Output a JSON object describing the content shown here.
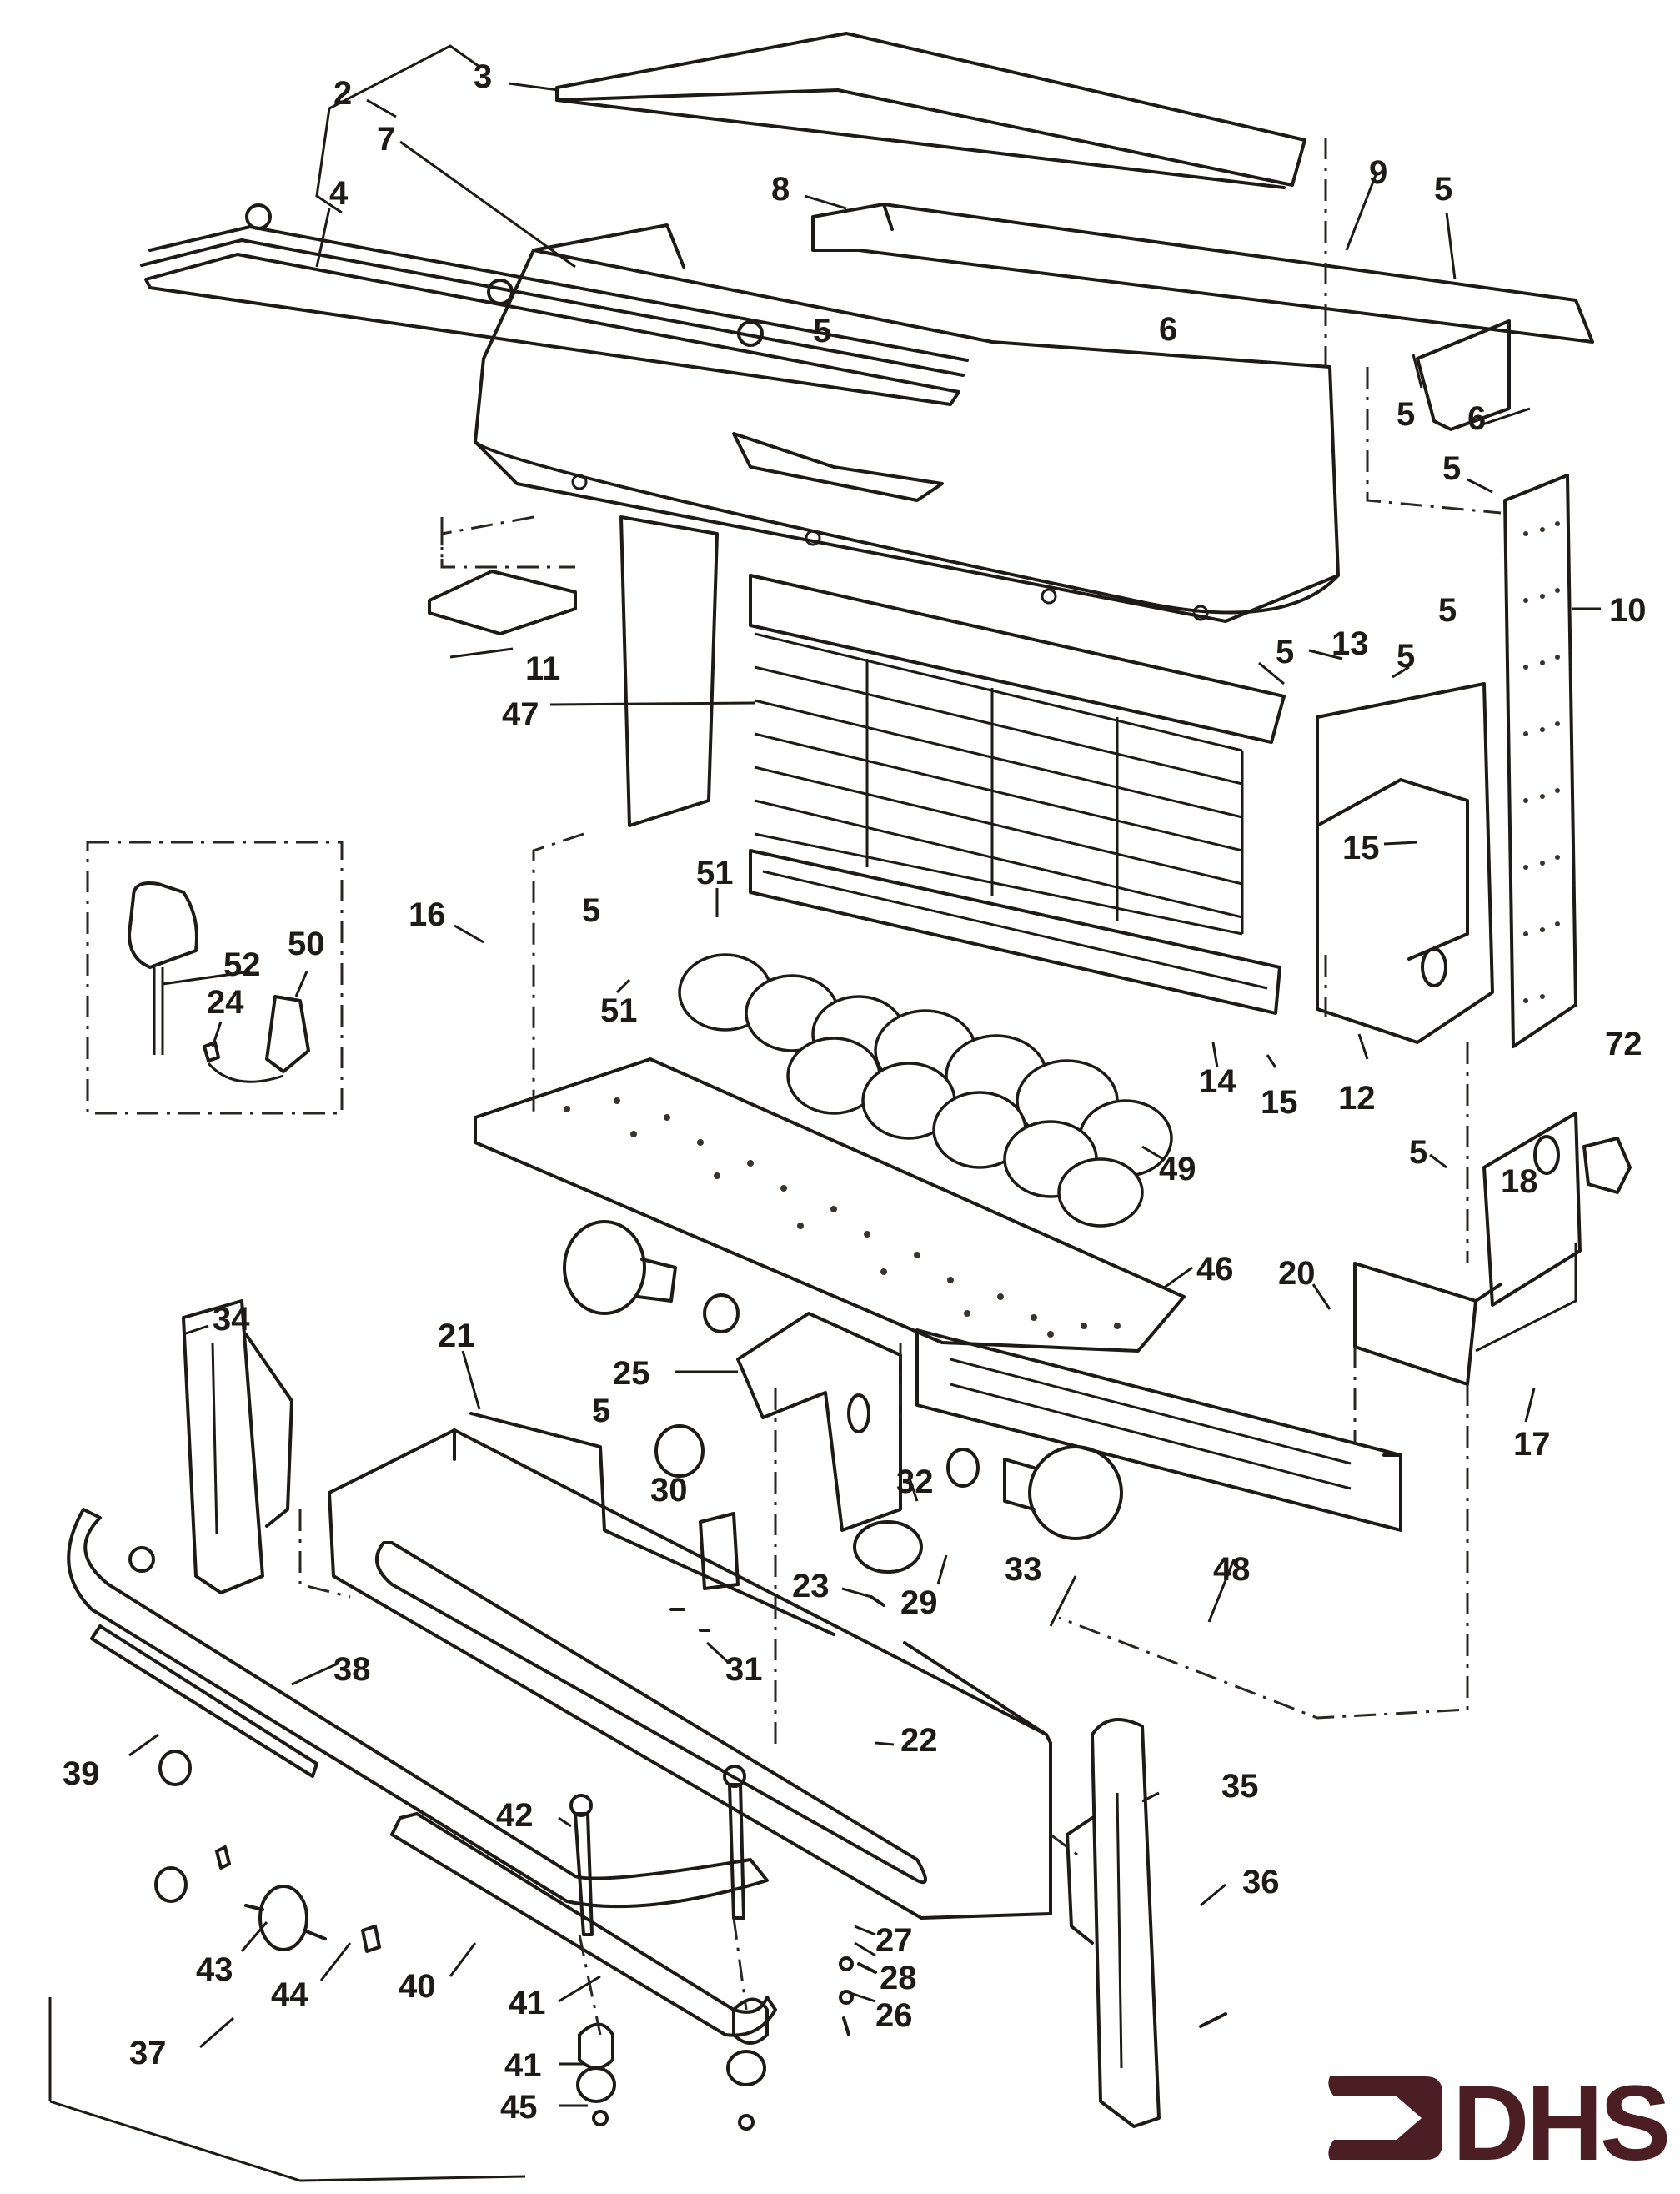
{
  "diagram": {
    "type": "exploded parts view",
    "subject": "electric fire / heater assembly",
    "callouts": [
      {
        "id": "c2",
        "label": "2"
      },
      {
        "id": "c3",
        "label": "3"
      },
      {
        "id": "c4",
        "label": "4"
      },
      {
        "id": "c7",
        "label": "7"
      },
      {
        "id": "c8",
        "label": "8"
      },
      {
        "id": "c9",
        "label": "9"
      },
      {
        "id": "c5a",
        "label": "5"
      },
      {
        "id": "c5b",
        "label": "5"
      },
      {
        "id": "c6a",
        "label": "6"
      },
      {
        "id": "c5c",
        "label": "5"
      },
      {
        "id": "c6b",
        "label": "6"
      },
      {
        "id": "c5d",
        "label": "5"
      },
      {
        "id": "c5e",
        "label": "5"
      },
      {
        "id": "c10",
        "label": "10"
      },
      {
        "id": "c5f",
        "label": "5"
      },
      {
        "id": "c13",
        "label": "13"
      },
      {
        "id": "c5g",
        "label": "5"
      },
      {
        "id": "c11",
        "label": "11"
      },
      {
        "id": "c47",
        "label": "47"
      },
      {
        "id": "c15a",
        "label": "15"
      },
      {
        "id": "c16",
        "label": "16"
      },
      {
        "id": "c5h",
        "label": "5"
      },
      {
        "id": "c51a",
        "label": "51"
      },
      {
        "id": "c51b",
        "label": "51"
      },
      {
        "id": "c52",
        "label": "52"
      },
      {
        "id": "c50",
        "label": "50"
      },
      {
        "id": "c24",
        "label": "24"
      },
      {
        "id": "c12",
        "label": "12"
      },
      {
        "id": "c72",
        "label": "72"
      },
      {
        "id": "c14",
        "label": "14"
      },
      {
        "id": "c15b",
        "label": "15"
      },
      {
        "id": "c49",
        "label": "49"
      },
      {
        "id": "c5i",
        "label": "5"
      },
      {
        "id": "c18",
        "label": "18"
      },
      {
        "id": "c46",
        "label": "46"
      },
      {
        "id": "c20",
        "label": "20"
      },
      {
        "id": "c17",
        "label": "17"
      },
      {
        "id": "c34",
        "label": "34"
      },
      {
        "id": "c21",
        "label": "21"
      },
      {
        "id": "c25",
        "label": "25"
      },
      {
        "id": "c5j",
        "label": "5"
      },
      {
        "id": "c32",
        "label": "32"
      },
      {
        "id": "c30",
        "label": "30"
      },
      {
        "id": "c33",
        "label": "33"
      },
      {
        "id": "c48",
        "label": "48"
      },
      {
        "id": "c29",
        "label": "29"
      },
      {
        "id": "c23",
        "label": "23"
      },
      {
        "id": "c31",
        "label": "31"
      },
      {
        "id": "c38",
        "label": "38"
      },
      {
        "id": "c22",
        "label": "22"
      },
      {
        "id": "c35",
        "label": "35"
      },
      {
        "id": "c39",
        "label": "39"
      },
      {
        "id": "c42",
        "label": "42"
      },
      {
        "id": "c36",
        "label": "36"
      },
      {
        "id": "c27",
        "label": "27"
      },
      {
        "id": "c28",
        "label": "28"
      },
      {
        "id": "c26",
        "label": "26"
      },
      {
        "id": "c43",
        "label": "43"
      },
      {
        "id": "c44",
        "label": "44"
      },
      {
        "id": "c40",
        "label": "40"
      },
      {
        "id": "c41a",
        "label": "41"
      },
      {
        "id": "c41b",
        "label": "41"
      },
      {
        "id": "c45",
        "label": "45"
      },
      {
        "id": "c37",
        "label": "37"
      }
    ]
  },
  "logo": {
    "text": "DHS",
    "color": "#4a1e22"
  }
}
